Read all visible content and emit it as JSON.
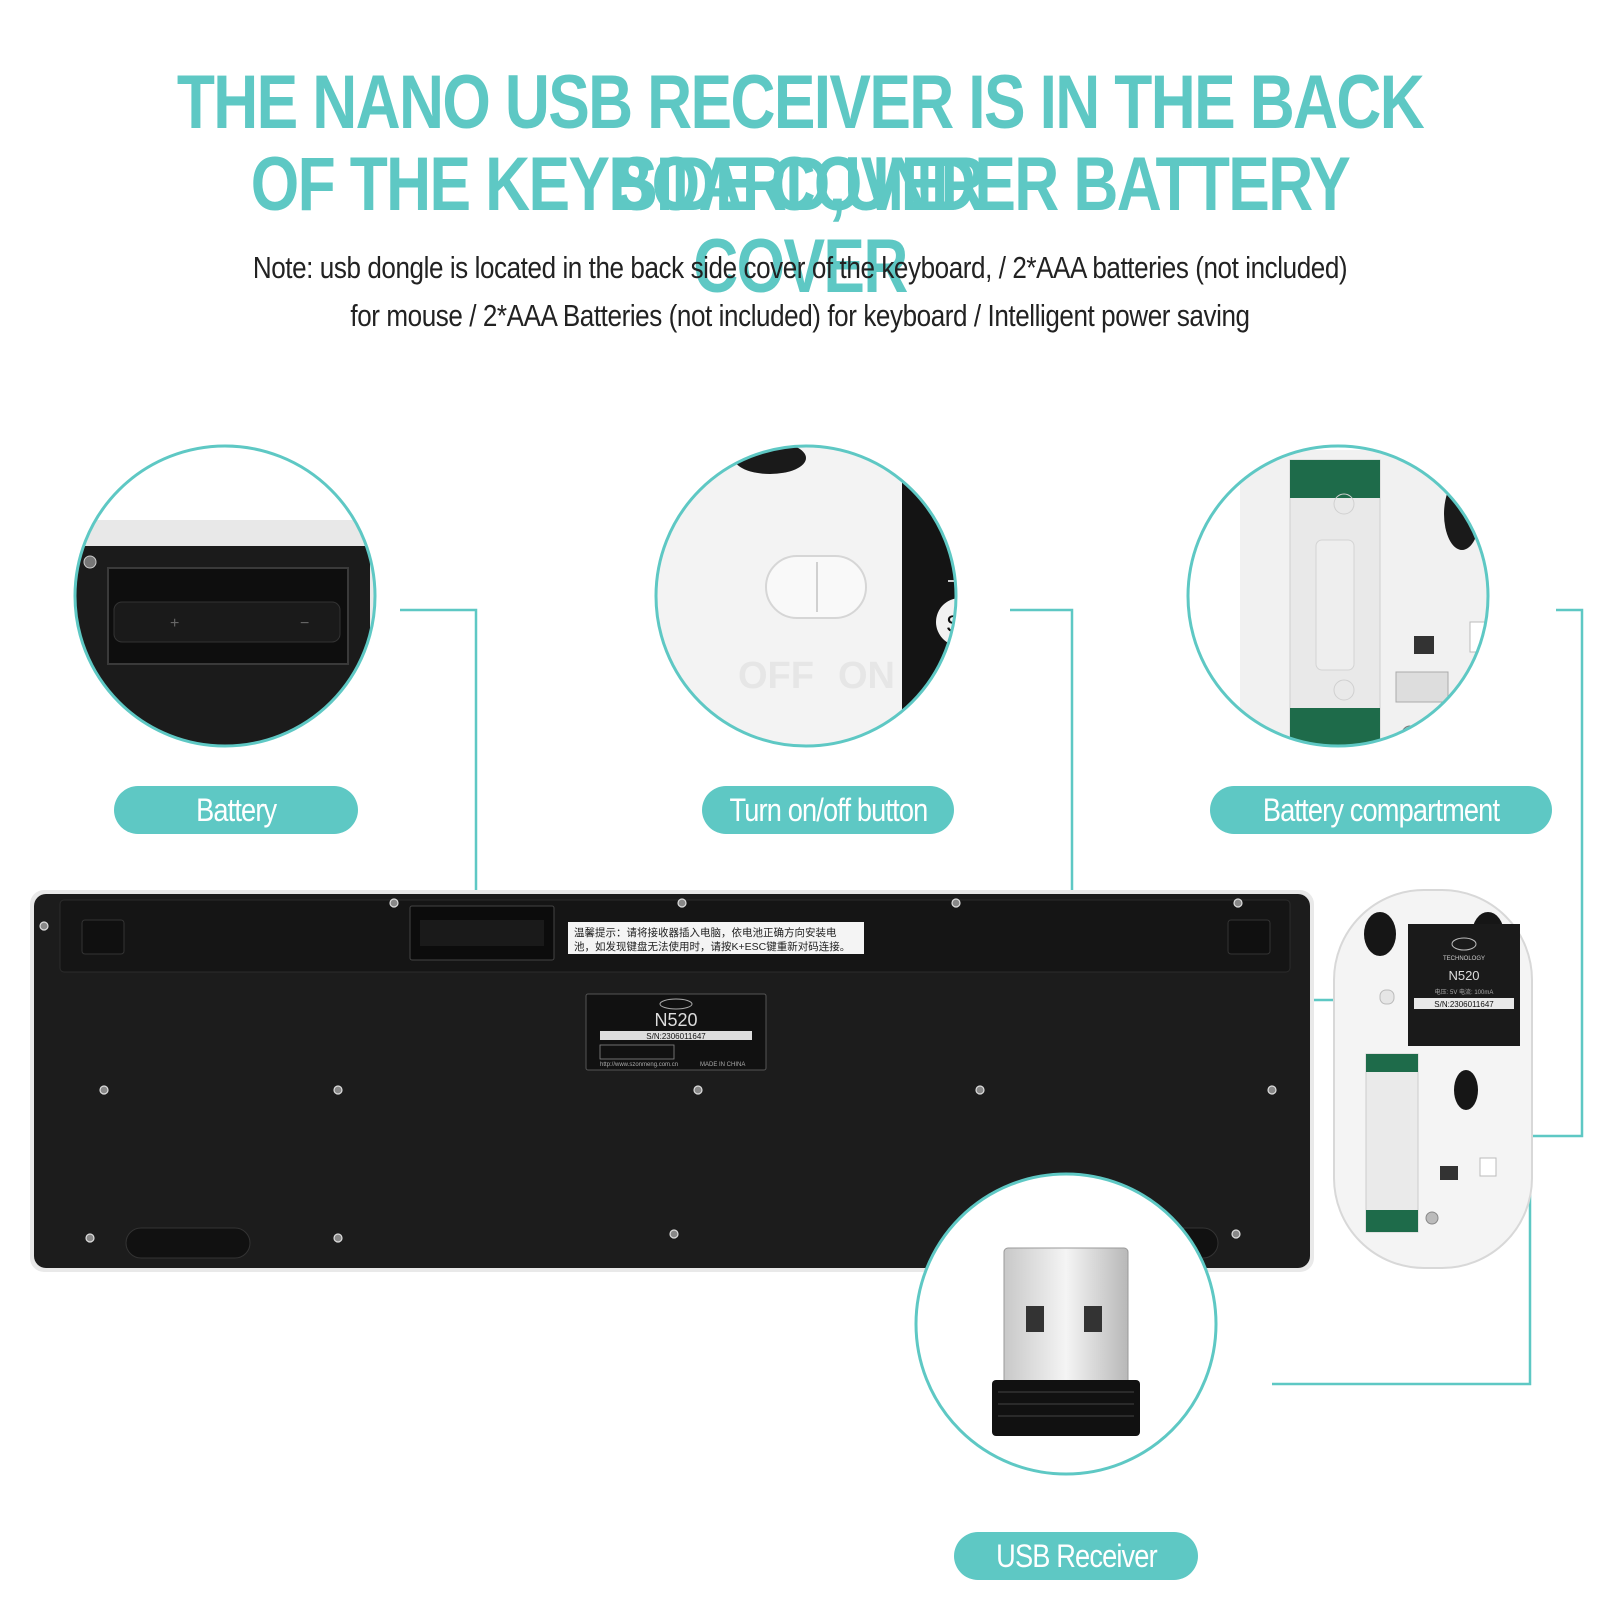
{
  "headline": {
    "line1": "THE NANO USB RECEIVER IS IN THE BACK SIDE COVER",
    "line2": "OF THE KEYBOARD,UNDER BATTERY COVER"
  },
  "note": {
    "line1": "Note: usb dongle is located in the back side cover of the keyboard,  / 2*AAA batteries (not included)",
    "line2": "for  mouse / 2*AAA Batteries (not included) for keyboard / Intelligent power saving"
  },
  "callouts": {
    "battery": "Battery",
    "power_button": "Turn on/off button",
    "battery_compartment": "Battery compartment",
    "usb_receiver": "USB Receiver"
  },
  "keyboard_label": {
    "model": "N520",
    "serial": "S/N:2306011647",
    "website": "http://www.szonmeng.com.cn",
    "made_in": "MADE IN CHINA",
    "warning_line1": "温馨提示：请将接收器插入电脑，依电池正确方向安装电",
    "warning_line2": "池，如发现键盘无法使用时，请按K+ESC键重新对码连接。"
  },
  "mouse_label": {
    "brand": "TECHNOLOGY",
    "model": "N520",
    "serial": "S/N:2306011647",
    "spec": "电压: 5V  电流: 100mA"
  },
  "power_switch": {
    "off": "OFF",
    "on": "ON",
    "serial_fragment": "S/"
  },
  "colors": {
    "accent": "#5ec8c4",
    "keyboard_body": "#1c1c1c",
    "mouse_body": "#f2f2f2",
    "battery_holder": "#1e6b4a"
  }
}
